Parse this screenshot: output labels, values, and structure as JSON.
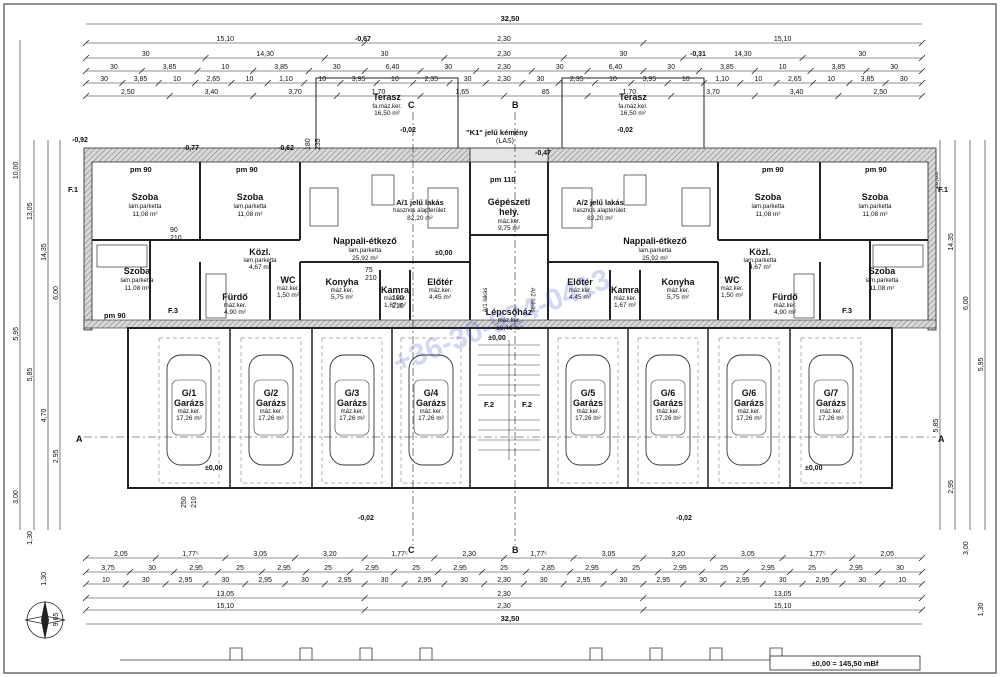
{
  "top_dims": {
    "overall": "32,50",
    "row2": [
      "15,10",
      "2,30",
      "15,10"
    ],
    "row3": [
      "30",
      "14,30",
      "30",
      "2,30",
      "30",
      "14,30",
      "30"
    ],
    "row4": [
      "30",
      "3,85",
      "10",
      "3,85",
      "30",
      "6,40",
      "30",
      "2,30",
      "30",
      "6,40",
      "30",
      "3,85",
      "10",
      "3,85",
      "30"
    ],
    "row5": [
      "30",
      "3,85",
      "10",
      "2,65",
      "10",
      "1,10",
      "10",
      "3,95",
      "10",
      "2,35",
      "30",
      "2,30",
      "30",
      "2,35",
      "10",
      "3,95",
      "10",
      "1,10",
      "10",
      "2,65",
      "10",
      "3,85",
      "30"
    ],
    "row6": [
      "2,50",
      "3,40",
      "3,70",
      "1,70",
      "1,65",
      "85",
      "1,70",
      "3,70",
      "3,40",
      "2,50"
    ],
    "level_left": "-0,67",
    "level_right": "-0,31"
  },
  "bottom_dims": {
    "row1": [
      "2,05",
      "1,77⁵",
      "3,05",
      "3,20",
      "1,77⁵",
      "2,30",
      "1,77⁵",
      "3,05",
      "3,20",
      "3,05",
      "1,77⁵",
      "2,05"
    ],
    "row2": [
      "3,75",
      "30",
      "2,95",
      "25",
      "2,95",
      "25",
      "2,95",
      "25",
      "2,95",
      "25",
      "2,85",
      "2,95",
      "25",
      "2,95",
      "25",
      "2,95",
      "25",
      "2,95",
      "30"
    ],
    "row3": [
      "10",
      "30",
      "2,95",
      "30",
      "2,95",
      "30",
      "2,95",
      "30",
      "2,95",
      "30",
      "2,30",
      "30",
      "2,95",
      "30",
      "2,95",
      "30",
      "2,95",
      "30",
      "2,95",
      "30",
      "10"
    ],
    "row4": [
      "13,05",
      "2,30",
      "13,05"
    ],
    "row5": [
      "15,10",
      "2,30",
      "15,10"
    ],
    "overall": "32,50"
  },
  "left_dims": [
    "10,00",
    "13,05",
    "14,35",
    "6,00",
    "5,95",
    "5,85",
    "4,70",
    "2,95",
    "3,00",
    "1,30",
    "1,30",
    "9,65"
  ],
  "right_dims": [
    "13,05",
    "14,35",
    "6,00",
    "5,95",
    "5,85",
    "2,95",
    "3,00",
    "1,30"
  ],
  "section_marks": [
    "C",
    "B",
    "A",
    "B",
    "C",
    "A"
  ],
  "terraces": [
    {
      "name": "Terasz",
      "mat": "fa.máz.ker.",
      "area": "16,50 m²"
    },
    {
      "name": "Terasz",
      "mat": "fa.máz.ker.",
      "area": "16,50 m²"
    }
  ],
  "chimney": {
    "line1": "\"K1\" jelű kémény",
    "line2": "(LAS)"
  },
  "units": [
    {
      "szoba1": {
        "name": "Szoba",
        "mat": "lam.parketta",
        "area": "11,08 m²"
      },
      "szoba2": {
        "name": "Szoba",
        "mat": "lam.parketta",
        "area": "11,08 m²"
      },
      "szoba3": {
        "name": "Szoba",
        "mat": "lam.parketta",
        "area": "11,08 m²"
      },
      "useful": {
        "name": "A/1 jelű lakás",
        "sub": "hasznos alapterület:",
        "area": "82,20 m²"
      },
      "nappali": {
        "name": "Nappali-étkező",
        "mat": "lam.parketta",
        "area": "25,92 m²"
      },
      "kozl": {
        "name": "Közl.",
        "mat": "lam.parketta",
        "area": "4,67 m²"
      },
      "furdo": {
        "name": "Fürdő",
        "mat": "máz.ker.",
        "area": "4,90 m²"
      },
      "wc": {
        "name": "WC",
        "mat": "máz.ker.",
        "area": "1,50 m²"
      },
      "konyha": {
        "name": "Konyha",
        "mat": "máz.ker.",
        "area": "5,75 m²"
      },
      "kamra": {
        "name": "Kamra",
        "mat": "máz.ker.",
        "area": "1,67 m²"
      },
      "eloter": {
        "name": "Előtér",
        "mat": "máz.ker.",
        "area": "4,45 m²"
      },
      "label_lakas": "A/1 lakás"
    },
    {
      "szoba1": {
        "name": "Szoba",
        "mat": "lam.parketta",
        "area": "11,08 m²"
      },
      "szoba2": {
        "name": "Szoba",
        "mat": "lam.parketta",
        "area": "11,08 m²"
      },
      "szoba3": {
        "name": "Szoba",
        "mat": "lam.parketta",
        "area": "11,08 m²"
      },
      "useful": {
        "name": "A/2 jelű lakás",
        "sub": "hasznos alapterület:",
        "area": "82,20 m²"
      },
      "nappali": {
        "name": "Nappali-étkező",
        "mat": "lam.parketta",
        "area": "25,92 m²"
      },
      "kozl": {
        "name": "Közl.",
        "mat": "lam.parketta",
        "area": "4,67 m²"
      },
      "furdo": {
        "name": "Fürdő",
        "mat": "máz.ker.",
        "area": "4,90 m²"
      },
      "wc": {
        "name": "WC",
        "mat": "máz.ker.",
        "area": "1,50 m²"
      },
      "konyha": {
        "name": "Konyha",
        "mat": "máz.ker.",
        "area": "5,75 m²"
      },
      "kamra": {
        "name": "Kamra",
        "mat": "máz.ker.",
        "area": "1,67 m²"
      },
      "eloter": {
        "name": "Előtér",
        "mat": "máz.ker.",
        "area": "4,45 m²"
      },
      "label_lakas": "A/2 lakás"
    }
  ],
  "gepeszeti": {
    "name": "Gépészeti",
    "name2": "hely.",
    "mat": "máz.ker.",
    "area": "9,75 m²"
  },
  "lepcsohaz": {
    "name": "Lépcsőház",
    "mat": "máz.ker.",
    "area": "18,46 m²",
    "level": "±0,00"
  },
  "garages": [
    {
      "code": "G/1",
      "name": "Garázs",
      "mat": "máz.ker.",
      "area": "17,26 m²"
    },
    {
      "code": "G/2",
      "name": "Garázs",
      "mat": "máz.ker.",
      "area": "17,26 m²"
    },
    {
      "code": "G/3",
      "name": "Garázs",
      "mat": "máz.ker.",
      "area": "17,26 m²"
    },
    {
      "code": "G/4",
      "name": "Garázs",
      "mat": "máz.ker.",
      "area": "17,26 m²"
    },
    {
      "code": "G/5",
      "name": "Garázs",
      "mat": "máz.ker.",
      "area": "17,26 m²"
    },
    {
      "code": "G/6",
      "name": "Garázs",
      "mat": "máz.ker.",
      "area": "17,26 m²"
    },
    {
      "code": "G/6",
      "name": "Garázs",
      "mat": "máz.ker.",
      "area": "17,26 m²"
    },
    {
      "code": "G/7",
      "name": "Garázs",
      "mat": "máz.ker.",
      "area": "17,26 m²"
    }
  ],
  "misc": {
    "levels": [
      "±0,00",
      "-0,02",
      "-0,02",
      "-0,47",
      "-0,77",
      "-0,62",
      "-0,92",
      "-0,02",
      "-0,02",
      "±0,00",
      "±0,00"
    ],
    "windows": [
      "pm 90",
      "pm 90",
      "pm 110",
      "pm 90",
      "pm 90",
      "pm 90"
    ],
    "openings": [
      "100",
      "210",
      "90",
      "210",
      "75",
      "210",
      "250",
      "210",
      "180",
      "235"
    ],
    "fire_marks": [
      "F.1",
      "F.3",
      "F.2",
      "F.2",
      "F.3",
      "F.1"
    ],
    "watermark": "+36-30-924-0413",
    "bottom_level": "±0,00 = 145,50 mBf"
  },
  "colors": {
    "line": "#1a1a1a",
    "hatch": "#9a9a9a",
    "watermark": "#3b4fc4"
  }
}
